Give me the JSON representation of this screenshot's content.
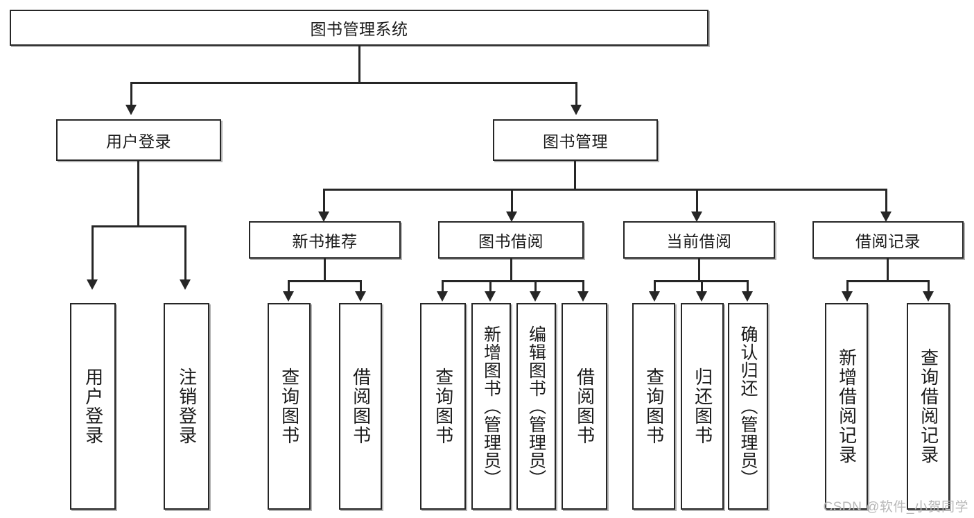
{
  "diagram": {
    "title": "图书管理系统",
    "type": "tree-hierarchy",
    "root": {
      "label": "图书管理系统"
    },
    "level2": [
      {
        "label": "用户登录"
      },
      {
        "label": "图书管理"
      }
    ],
    "level3": [
      {
        "label": "新书推荐"
      },
      {
        "label": "图书借阅"
      },
      {
        "label": "当前借阅"
      },
      {
        "label": "借阅记录"
      }
    ],
    "leaves": {
      "user_login": [
        {
          "label": "用户登录"
        },
        {
          "label": "注销登录"
        }
      ],
      "new_book_recommend": [
        {
          "label": "查询图书"
        },
        {
          "label": "借阅图书"
        }
      ],
      "book_borrow": [
        {
          "label": "查询图书"
        },
        {
          "label": "新增图书（管理员）"
        },
        {
          "label": "编辑图书（管理员）"
        },
        {
          "label": "借阅图书"
        }
      ],
      "current_borrow": [
        {
          "label": "查询图书"
        },
        {
          "label": "归还图书"
        },
        {
          "label": "确认归还（管理员）"
        }
      ],
      "borrow_record": [
        {
          "label": "新增借阅记录"
        },
        {
          "label": "查询借阅记录"
        }
      ]
    }
  },
  "watermark": "CSDN @软件_小贺同学",
  "colors": {
    "stroke": "#262626",
    "background": "#ffffff",
    "text": "#1a1a1a",
    "watermark": "#b8b8b8"
  }
}
